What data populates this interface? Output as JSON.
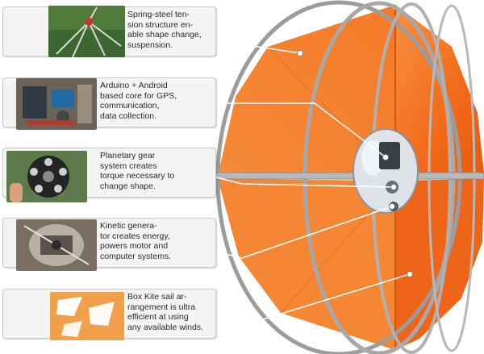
{
  "colors": {
    "sail": "#f26a1b",
    "sail_light": "#f7913f",
    "ring": "#9a9a9a",
    "callout_bg": "#f4f4f2",
    "connector": "#ffffff"
  },
  "callouts": [
    {
      "text": "Spring-steel ten-\nsion structure en-\nable shape change,\nsuspension.",
      "thumb": "spring-steel-photo"
    },
    {
      "text": "Arduino + Android\nbased core for GPS,\ncommunication,\ndata collection.",
      "thumb": "electronics-photo"
    },
    {
      "text": "Planetary gear\nsystem creates\ntorque necessary to\nchange shape.",
      "thumb": "gear-photo"
    },
    {
      "text": "Kinetic genera-\ntor creates energy,\npowers motor and\ncomputer systems.",
      "thumb": "generator-photo"
    },
    {
      "text": "Box Kite sail ar-\nrangement is ultra\nefficient at using\nany available winds.",
      "thumb": "sail-pattern-photo"
    }
  ]
}
